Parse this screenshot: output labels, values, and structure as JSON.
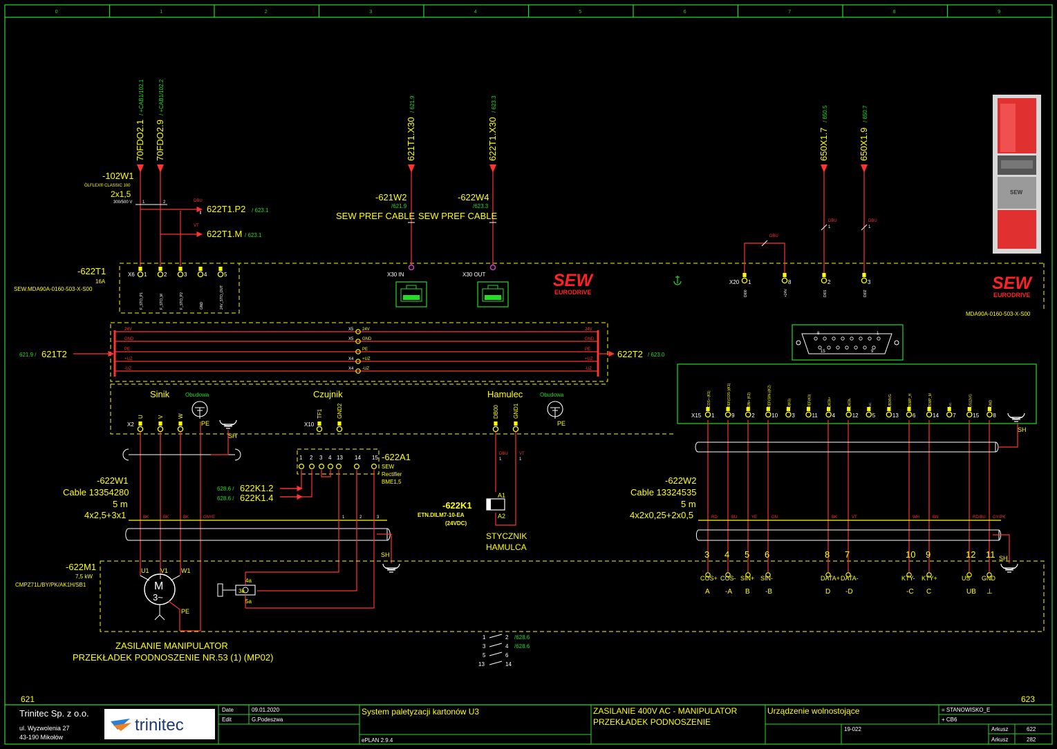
{
  "columns": [
    "0",
    "1",
    "2",
    "3",
    "4",
    "5",
    "6",
    "7",
    "8",
    "9"
  ],
  "page_prev": "621",
  "page_next": "623",
  "left_block": {
    "cable1": {
      "id": "-102W1",
      "type": "ÖLFLEX® CLASSIC 100",
      "size": "2x1,5",
      "voltage": "300/500 V"
    },
    "wire_top1": {
      "id": "70FDO2.1",
      "ref": "/ +CAB1/102.1"
    },
    "wire_top2": {
      "id": "70FDO2.9",
      "ref": "/ +CAB1/102.2"
    },
    "tap1": {
      "label": "622T1.P2",
      "ref": "/ 623.1",
      "color": "DBU"
    },
    "tap2": {
      "label": "622T1.M",
      "ref": "/ 623.1",
      "color": "VT"
    },
    "core1": "1",
    "core2": "2",
    "device": {
      "id": "-622T1",
      "rating": "16A",
      "part": "SEW.MDA90A-0160-503-X-S00"
    },
    "x6": {
      "tag": "X6",
      "pins": [
        "1",
        "2",
        "3",
        "4",
        "5"
      ],
      "names": [
        "F_STO_P1",
        "F_STO_M",
        "F_STO_P2",
        "GND",
        "24V_STO_OUT"
      ]
    }
  },
  "bus": {
    "in_ref": "621.9 /",
    "in_label": "621T2",
    "out_label": "622T2",
    "out_ref": "/ 623.0",
    "rails": [
      "24V",
      "GND",
      "PE",
      "+UZ",
      "-UZ"
    ],
    "mid_tags": [
      "X5",
      "X5",
      "",
      "X4",
      "X4"
    ]
  },
  "network": {
    "w2": {
      "id": "-621W2",
      "ref": "/621.9",
      "name": "SEW PREF CABLE",
      "top": "621T1.X30",
      "top_ref": "/ 621.9",
      "port": "X30 IN"
    },
    "w4": {
      "id": "-622W4",
      "ref": "/623.3",
      "name": "SEW PREF CABLE",
      "top": "622T1.X30",
      "top_ref": "/ 623.3",
      "port": "X30 OUT"
    }
  },
  "right_top": {
    "w1": {
      "id": "650X1.7",
      "ref": "/ 650.5",
      "color": "DBU",
      "core": "1"
    },
    "w2": {
      "id": "650X1.9",
      "ref": "/ 650.7",
      "color": "DBU",
      "core": "1"
    },
    "loop_color": "DBU",
    "x20": {
      "tag": "X20",
      "pins": [
        "1",
        "8",
        "2",
        "3"
      ],
      "names": [
        "DI00",
        "+24V",
        "DI01",
        "DI02"
      ]
    },
    "sew_logo": "SEW",
    "sew_sub": "EURODRIVE",
    "model": "MDA90A-0160-503-X-S00",
    "db_pins_top": "8",
    "db_pins_mid": "1",
    "db_pins_bl": "15",
    "db_pins_br": "9"
  },
  "x15": {
    "tag": "X15",
    "pins": [
      "1",
      "9",
      "2",
      "10",
      "3",
      "11",
      "4",
      "12",
      "5",
      "13",
      "6",
      "14",
      "7",
      "15",
      "8"
    ],
    "names": [
      "COS+ (K1)",
      "REF(COS-)(K1)",
      "SIN+ (K2)",
      "REF(SIN-)(K2)",
      "D(K0)",
      "REF(K0)",
      "DATA+",
      "DATA-",
      "n.c.",
      "UB34VG",
      "TEMP_H",
      "TEMP_M",
      "n.c.",
      "US12VG",
      "GND"
    ]
  },
  "motor_section": {
    "sinik": "Sinik",
    "obudowa": "Obudowa",
    "x2": {
      "tag": "X2",
      "pins": [
        "U",
        "V",
        "W"
      ],
      "pe": "PE"
    },
    "sh": "SH",
    "czujnik": "Czujnik",
    "x10": {
      "tag": "X10",
      "pins": [
        "TF1",
        "GND2"
      ]
    },
    "hamulec": "Hamulec",
    "brake_pins": [
      "DB00",
      "GND1"
    ],
    "brake_colors": [
      "DBU",
      "VT"
    ],
    "brake_cores": [
      "1",
      "1"
    ],
    "pe": "PE"
  },
  "rectifier": {
    "pins": [
      "1",
      "2",
      "3",
      "4",
      "13",
      "14",
      "15"
    ],
    "id": "-622A1",
    "desc1": "SEW",
    "desc2": "Rectifier",
    "desc3": "BME1,5",
    "k12": {
      "ref": "628.6 /",
      "label": "622K1.2"
    },
    "k14": {
      "ref": "628.6 /",
      "label": "622K1.4"
    }
  },
  "contactor": {
    "id": "-622K1",
    "part": "ETN.DILM7-10-EA",
    "volt": "(24VDC)",
    "a1": "A1",
    "a2": "A2",
    "name1": "STYCZNIK",
    "name2": "HAMULCA",
    "contacts": [
      {
        "a": "1",
        "b": "2",
        "ref": "/628.6"
      },
      {
        "a": "3",
        "b": "4",
        "ref": "/628.6"
      },
      {
        "a": "5",
        "b": "6",
        "ref": ""
      },
      {
        "a": "13",
        "b": "14",
        "ref": ""
      }
    ]
  },
  "motor_cable": {
    "id": "-622W1",
    "cable": "Cable 13354280",
    "len": "5 m",
    "spec": "4x2,5+3x1",
    "colors": [
      "BK",
      "BK",
      "BK",
      "GNYE"
    ],
    "cores": [
      "1",
      "2",
      "3"
    ]
  },
  "motor": {
    "id": "-622M1",
    "power": "7,5 kW",
    "part": "CMPZ71L/BY/PK/AK1H/SB1",
    "u": "U1",
    "v": "V1",
    "w": "W1",
    "pe": "PE",
    "sym": "M",
    "phase": "3~",
    "b1": "4a",
    "b2": "3a",
    "b3": "5a",
    "title1": "ZASILANIE MANIPULATOR",
    "title2": "PRZEKŁADEK PODNOSZENIE NR.53 (1) (MP02)"
  },
  "enc_cable": {
    "id": "-622W2",
    "cable": "Cable 13324535",
    "len": "5 m",
    "spec": "4x2x0,25+2x0,5",
    "colors": [
      "RD",
      "BU",
      "YE",
      "GN",
      "BK",
      "VT",
      "WH",
      "BN",
      "RD/BU",
      "GY/PK"
    ],
    "nums": [
      "3",
      "4",
      "5",
      "6",
      "8",
      "7",
      "10",
      "9",
      "12",
      "11"
    ],
    "sigs": [
      "COS+",
      "COS-",
      "SIN+",
      "SIN-",
      "DATA+",
      "DATA-",
      "KTY-",
      "KTY+",
      "US",
      "GND"
    ],
    "letters": [
      "A",
      "-A",
      "B",
      "-B",
      "D",
      "-D",
      "-C",
      "C",
      "UB",
      "⊥"
    ]
  },
  "title_block": {
    "company": "Trinitec Sp. z o.o.",
    "addr1": "ul. Wyzwolenia 27",
    "addr2": "43-190 Mikołów",
    "logo": "trinitec",
    "date_lbl": "Date",
    "date": "09.01.2020",
    "edit_lbl": "Edit",
    "editor": "G.Podeszwa",
    "project": "System paletyzacji kartonów U3",
    "software": "ePLAN  2.9.4",
    "title1": "ZASILANIE 400V AC - MANIPULATOR",
    "title2": "PRZEKŁADEK PODNOSZENIE",
    "device": "Urządzenie wolnostojące",
    "location": "= STANOWISKO_E",
    "cabinet": "+ CB6",
    "doc": "19-022",
    "sheet_lbl": "Arkusz",
    "sheet": "622",
    "sheets_lbl": "Arkusz",
    "sheets": "282"
  },
  "colors": {
    "frame": "#22dd22",
    "wire": "#ff3333",
    "dev": "#ffff00",
    "text": "#ffffff"
  }
}
